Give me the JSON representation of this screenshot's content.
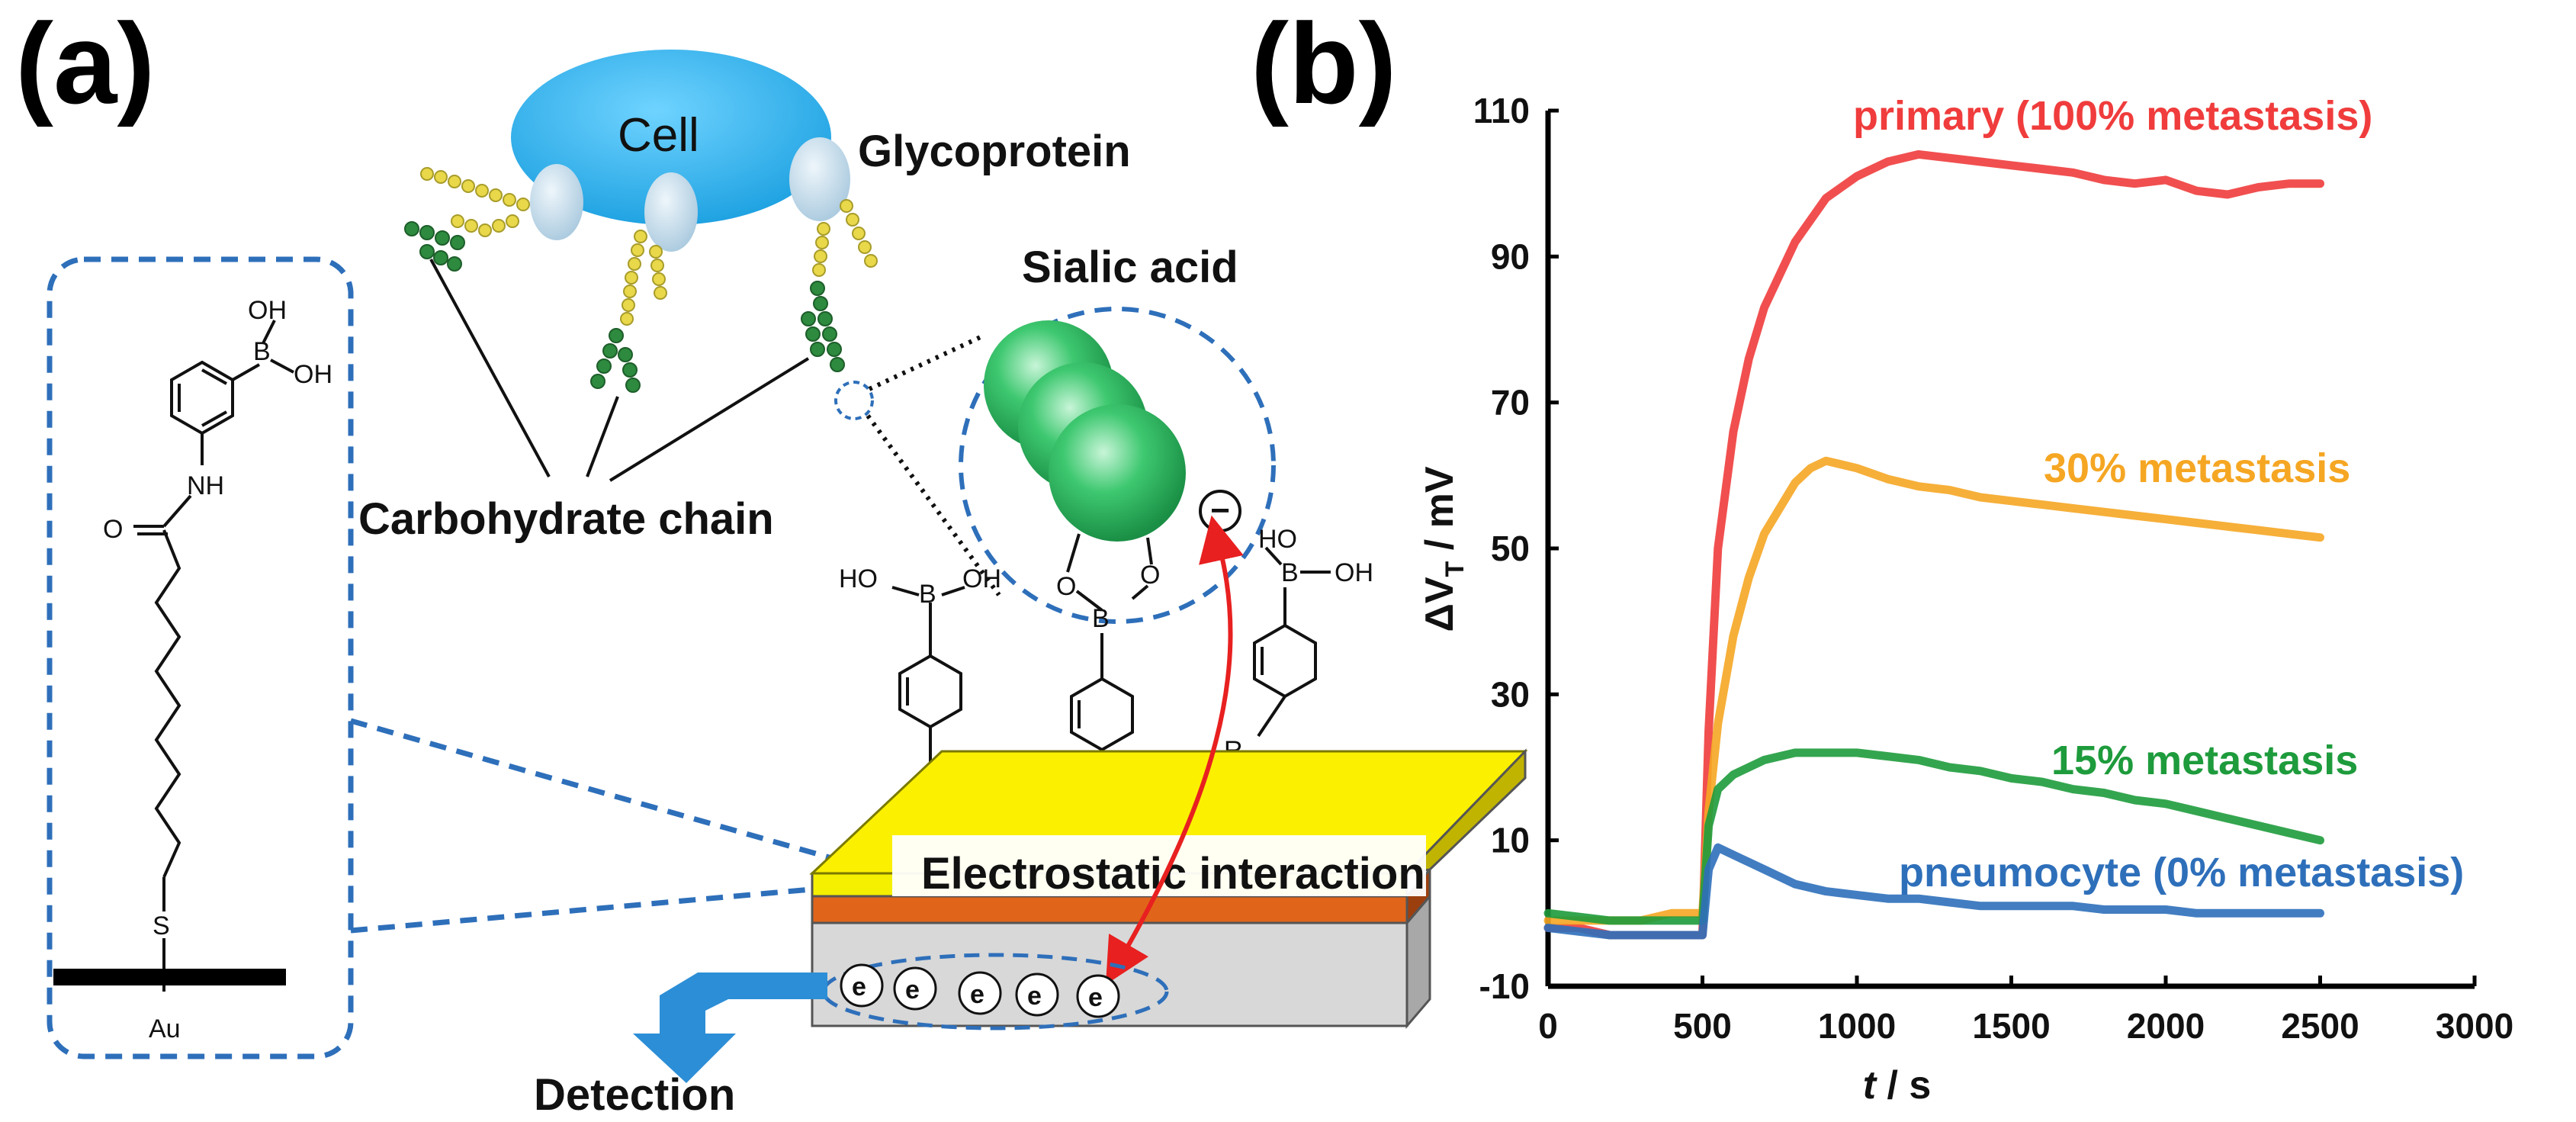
{
  "panel_a": {
    "label": "(a)",
    "cell": "Cell",
    "glycoprotein": "Glycoprotein",
    "sialic_acid": "Sialic acid",
    "carbohydrate_chain": "Carbohydrate chain",
    "electrostatic": "Electrostatic interaction",
    "detection": "Detection",
    "chem": {
      "oh": "OH",
      "b": "B",
      "nh": "NH",
      "o": "O",
      "s": "S",
      "au": "Au",
      "ho": "HO",
      "r": "R",
      "electron": "e",
      "minus": "−"
    }
  },
  "chart_data": {
    "panel_label": "(b)",
    "type": "line",
    "xlabel_var": "t",
    "xlabel_unit": " / s",
    "ylabel": "ΔV",
    "ylabel_sub": "T",
    "ylabel_unit": " / mV",
    "xlim": [
      0,
      3000
    ],
    "ylim": [
      -10,
      110
    ],
    "xticks": [
      0,
      500,
      1000,
      1500,
      2000,
      2500,
      3000
    ],
    "yticks": [
      -10,
      10,
      30,
      50,
      70,
      90,
      110
    ],
    "grid": false,
    "series": [
      {
        "name": "primary (100% metastasis)",
        "color": "#f03c3c",
        "x": [
          0,
          100,
          200,
          300,
          400,
          500,
          520,
          550,
          600,
          650,
          700,
          800,
          900,
          1000,
          1100,
          1200,
          1300,
          1400,
          1500,
          1600,
          1700,
          1800,
          1900,
          2000,
          2100,
          2200,
          2300,
          2400,
          2500
        ],
        "y": [
          -2,
          -2,
          -3,
          -3,
          -3,
          -3,
          25,
          50,
          66,
          76,
          83,
          92,
          98,
          101,
          103,
          104,
          103.5,
          103,
          102.5,
          102,
          101.5,
          100.5,
          100,
          100.5,
          99,
          98.5,
          99.5,
          100,
          100
        ]
      },
      {
        "name": "30% metastasis",
        "color": "#f5a623",
        "x": [
          0,
          100,
          200,
          300,
          400,
          500,
          520,
          550,
          600,
          650,
          700,
          800,
          850,
          900,
          1000,
          1100,
          1200,
          1300,
          1400,
          1500,
          1600,
          1700,
          1800,
          1900,
          2000,
          2100,
          2200,
          2300,
          2400,
          2500
        ],
        "y": [
          -1,
          -1,
          -1,
          -1,
          0,
          0,
          14,
          26,
          38,
          46,
          52,
          59,
          61,
          62,
          61,
          59.5,
          58.5,
          58,
          57,
          56.5,
          56,
          55.5,
          55,
          54.5,
          54,
          53.5,
          53,
          52.5,
          52,
          51.5
        ]
      },
      {
        "name": "15% metastasis",
        "color": "#1e9b3c",
        "x": [
          0,
          100,
          200,
          300,
          400,
          500,
          520,
          550,
          600,
          700,
          800,
          900,
          1000,
          1100,
          1200,
          1300,
          1400,
          1500,
          1600,
          1700,
          1800,
          1900,
          2000,
          2100,
          2200,
          2300,
          2400,
          2500
        ],
        "y": [
          0,
          -0.5,
          -1,
          -1,
          -1,
          -1,
          12,
          17,
          19,
          21,
          22,
          22,
          22,
          21.5,
          21,
          20,
          19.5,
          18.5,
          18,
          17,
          16.5,
          15.5,
          15,
          14,
          13,
          12,
          11,
          10
        ]
      },
      {
        "name": "pneumocyte (0% metastasis)",
        "color": "#2e6fba",
        "x": [
          0,
          100,
          200,
          300,
          400,
          500,
          520,
          550,
          600,
          700,
          800,
          900,
          1000,
          1100,
          1200,
          1300,
          1400,
          1500,
          1600,
          1700,
          1800,
          1900,
          2000,
          2100,
          2200,
          2300,
          2400,
          2500
        ],
        "y": [
          -2,
          -2.5,
          -3,
          -3,
          -3,
          -3,
          6,
          9,
          8,
          6,
          4,
          3,
          2.5,
          2,
          2,
          1.5,
          1,
          1,
          1,
          1,
          0.5,
          0.5,
          0.5,
          0,
          0,
          0,
          0,
          0
        ]
      }
    ]
  }
}
